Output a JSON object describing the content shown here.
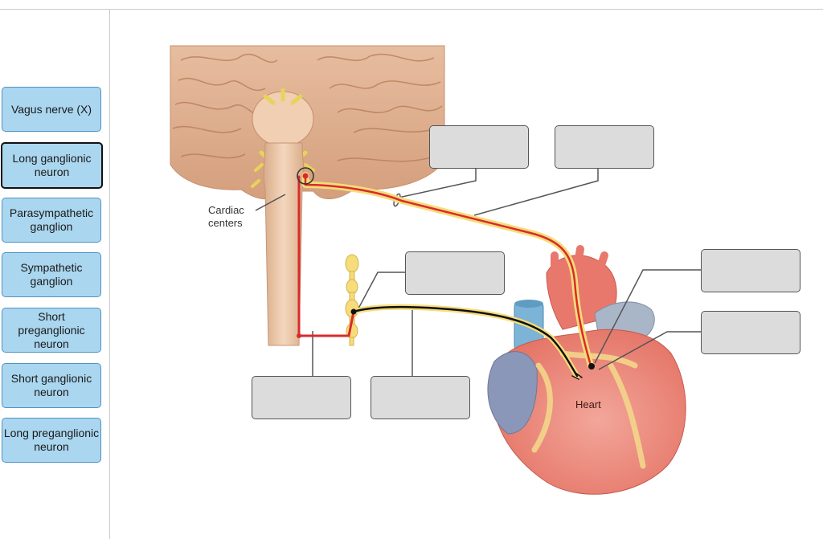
{
  "label_bank": [
    {
      "text": "Vagus nerve (X)",
      "selected": false
    },
    {
      "text": "Long ganglionic neuron",
      "selected": true
    },
    {
      "text": "Parasympathetic ganglion",
      "selected": false
    },
    {
      "text": "Sympathetic ganglion",
      "selected": false
    },
    {
      "text": "Short preganglionic neuron",
      "selected": false
    },
    {
      "text": "Short ganglionic neuron",
      "selected": false
    },
    {
      "text": "Long preganglionic neuron",
      "selected": false
    }
  ],
  "figure": {
    "cardiac_label_line1": "Cardiac",
    "cardiac_label_line2": "centers",
    "heart_label": "Heart"
  },
  "drop_targets_count": 7,
  "colors": {
    "tile_fill": "#aad6ef",
    "tile_border": "#4d93c6",
    "drop_fill": "#dcdcdc",
    "parasympathetic_pathway": "#d92b2b",
    "sympathetic_pathway": "#111111"
  }
}
